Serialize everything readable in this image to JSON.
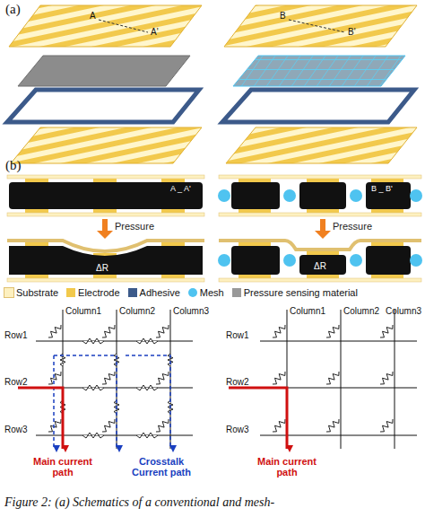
{
  "diagram": {
    "caption": "Figure 2: (a) Schematics of a conventional and mesh-",
    "labels": [
      "(a)",
      "A",
      "A'",
      "B",
      "B'",
      "(b)",
      "A _ A'",
      "B _ B'",
      "Pressure",
      "ΔR",
      "Pressure",
      "ΔR",
      "Column1",
      "Column2",
      "Column3",
      "Row1",
      "Row2",
      "Row3",
      "Main current path",
      "Crosstalk Current path",
      "Column1",
      "Column2",
      "Column3",
      "Row1",
      "Row2",
      "Row3",
      "Main current path"
    ],
    "legend": [
      {
        "text": "Substrate",
        "color": "#fdf0c0"
      },
      {
        "text": "Electrode",
        "color": "#f2c94c"
      },
      {
        "text": "Adhesive",
        "color": "#3c5a8a"
      },
      {
        "text": "Mesh",
        "color": "#4fc3f0"
      },
      {
        "text": "Pressure sensing material",
        "color": "#999999"
      }
    ]
  }
}
